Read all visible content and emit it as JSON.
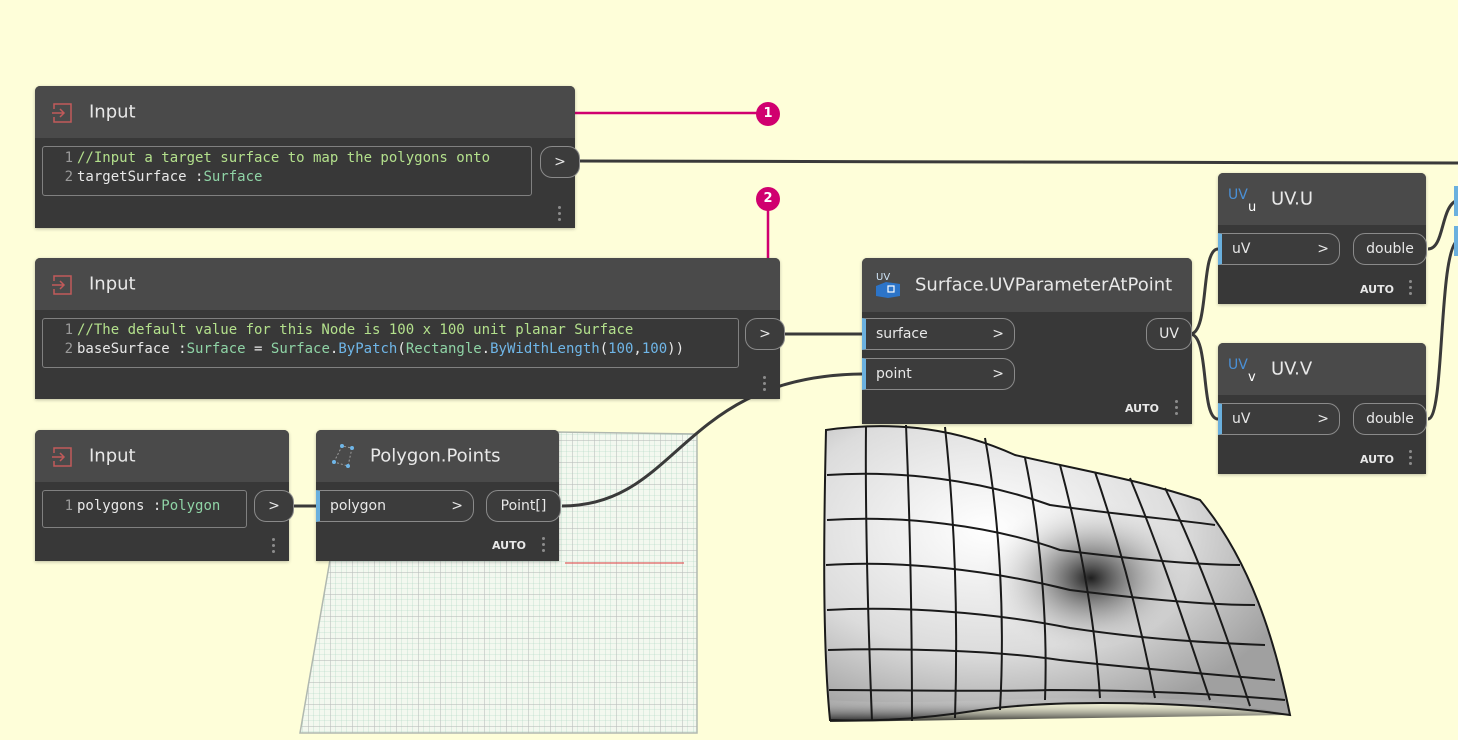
{
  "nodes": {
    "input1": {
      "title": "Input",
      "lines": [
        {
          "num": "1",
          "comment": "//Input a target surface to map the polygons onto"
        },
        {
          "num": "2",
          "name": "targetSurface ",
          "sep": ":",
          "type": "Surface"
        }
      ],
      "output_label": ">"
    },
    "input2": {
      "title": "Input",
      "lines": [
        {
          "num": "1",
          "comment": "//The default value for this Node is 100 x 100 unit planar Surface"
        },
        {
          "num": "2",
          "name": "baseSurface ",
          "sep": ":",
          "type": "Surface",
          "eq": " = ",
          "fn1": "Surface",
          "dot1": ".",
          "fn2": "ByPatch",
          "p1": "(",
          "fn3": "Rectangle",
          "dot2": ".",
          "fn4": "ByWidthLength",
          "p2": "(",
          "n1": "100",
          "comma": ",",
          "n2": "100",
          "p3": "))"
        }
      ],
      "output_label": ">"
    },
    "input3": {
      "title": "Input",
      "lines": [
        {
          "num": "1",
          "name": "polygons ",
          "sep": ":",
          "type": "Polygon"
        }
      ],
      "output_label": ">"
    },
    "polygon_points": {
      "title": "Polygon.Points",
      "input": "polygon",
      "output": "Point[]",
      "lacing": "AUTO"
    },
    "uv_param": {
      "title": "Surface.UVParameterAtPoint",
      "icon_text": "UV",
      "inputs": [
        "surface",
        "point"
      ],
      "output": "UV",
      "lacing": "AUTO"
    },
    "uv_u": {
      "title": "UV.U",
      "icon_main": "UV",
      "icon_sub": "u",
      "input": "uV",
      "output": "double",
      "lacing": "AUTO"
    },
    "uv_v": {
      "title": "UV.V",
      "icon_main": "UV",
      "icon_sub": "v",
      "input": "uV",
      "output": "double",
      "lacing": "AUTO"
    }
  },
  "arrow": ">",
  "callouts": [
    "1",
    "2"
  ],
  "colors": {
    "background": "#fefed9",
    "node_body": "#383838",
    "node_header": "#4a4a4a",
    "port_accent": "#6ab0de",
    "callout": "#d0006f",
    "wire": "#3a3a3a"
  }
}
